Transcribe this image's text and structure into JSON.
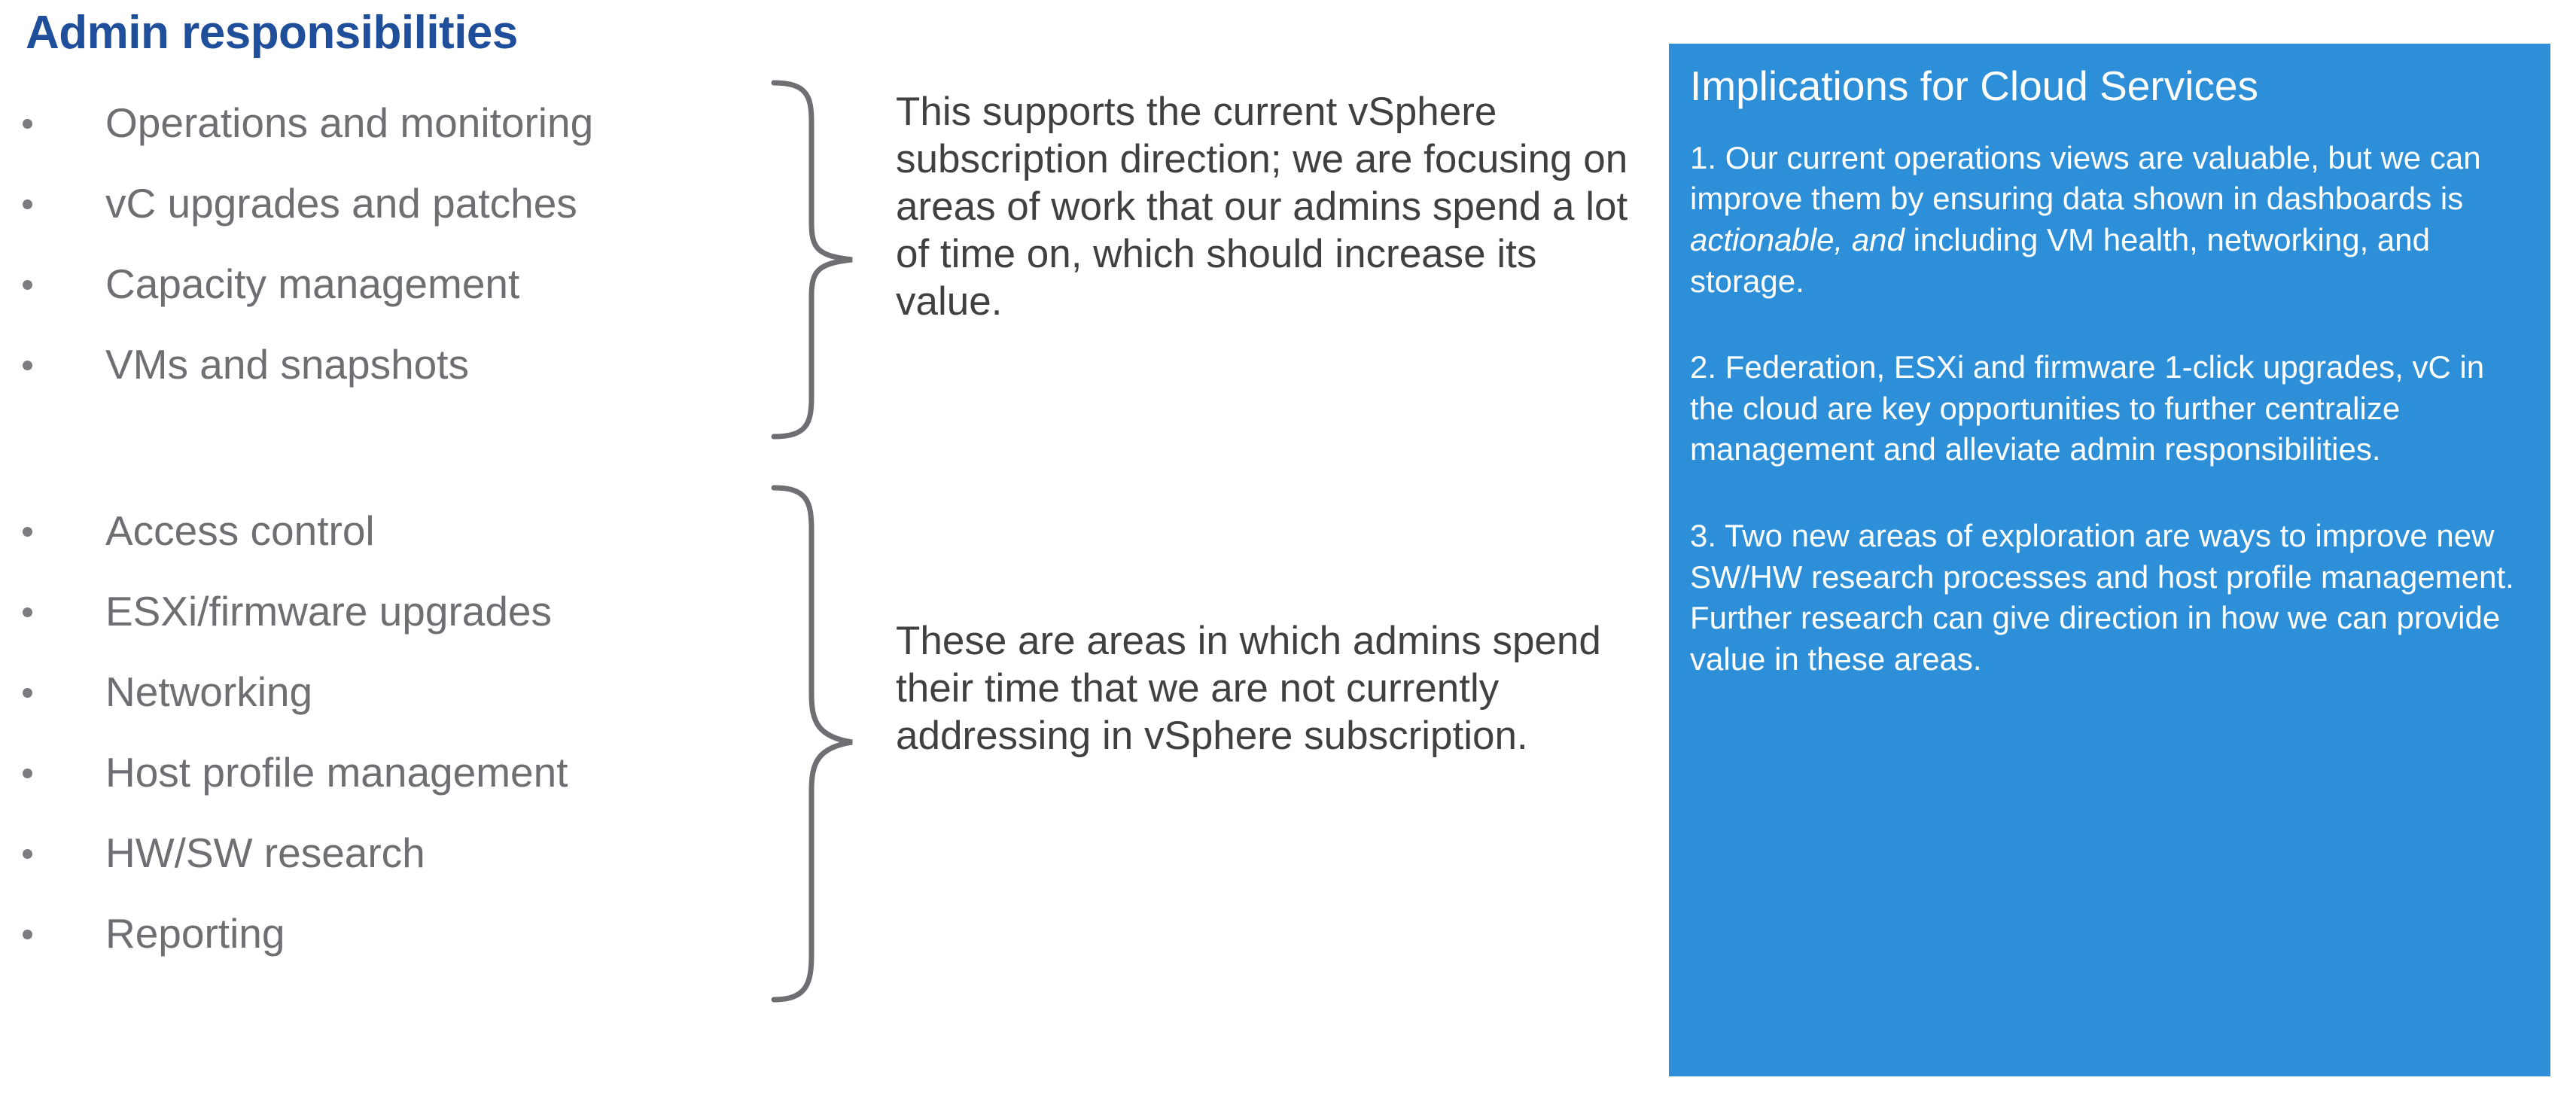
{
  "page": {
    "title": "Admin responsibilities",
    "title_color": "#1F4E9B",
    "background": "#FFFFFF",
    "bullet_text_color": "#6E6F72",
    "paragraph_text_color": "#3F4042"
  },
  "admin_responsibilities": {
    "group_supported": {
      "items": [
        "Operations and monitoring",
        "vC upgrades and patches",
        "Capacity management",
        "VMs and snapshots"
      ],
      "annotation": "This supports the current vSphere subscription direction; we are focusing on areas of work that our admins spend a lot of time on, which should increase its value."
    },
    "group_not_addressed": {
      "items": [
        "Access control",
        "ESXi/firmware upgrades",
        "Networking",
        "Host profile management",
        "HW/SW research",
        "Reporting"
      ],
      "annotation": "These are areas in which admins spend their time that we are not currently addressing in vSphere subscription."
    }
  },
  "implications_panel": {
    "background_color": "#2E8FD9",
    "text_color": "#FFFFFF",
    "title": "Implications for Cloud Services",
    "points": [
      {
        "number": "1.",
        "lead": "1. Our current operations views are valuable, but we can improve them by ensuring data shown in dashboards is ",
        "emphasis": "actionable, and",
        "tail": " including VM health, networking, and storage."
      },
      {
        "number": "2.",
        "text": "2. Federation, ESXi and firmware 1-click upgrades, vC in the cloud are key opportunities to further centralize management and alleviate admin responsibilities."
      },
      {
        "number": "3.",
        "text": "3. Two new areas of exploration are ways to improve new SW/HW research processes and host profile management. Further research can give direction in how we can provide value in these areas."
      }
    ]
  },
  "decorations": {
    "brace_top": "curly-brace-right",
    "brace_bottom": "curly-brace-right",
    "brace_color": "#6E6F72"
  }
}
